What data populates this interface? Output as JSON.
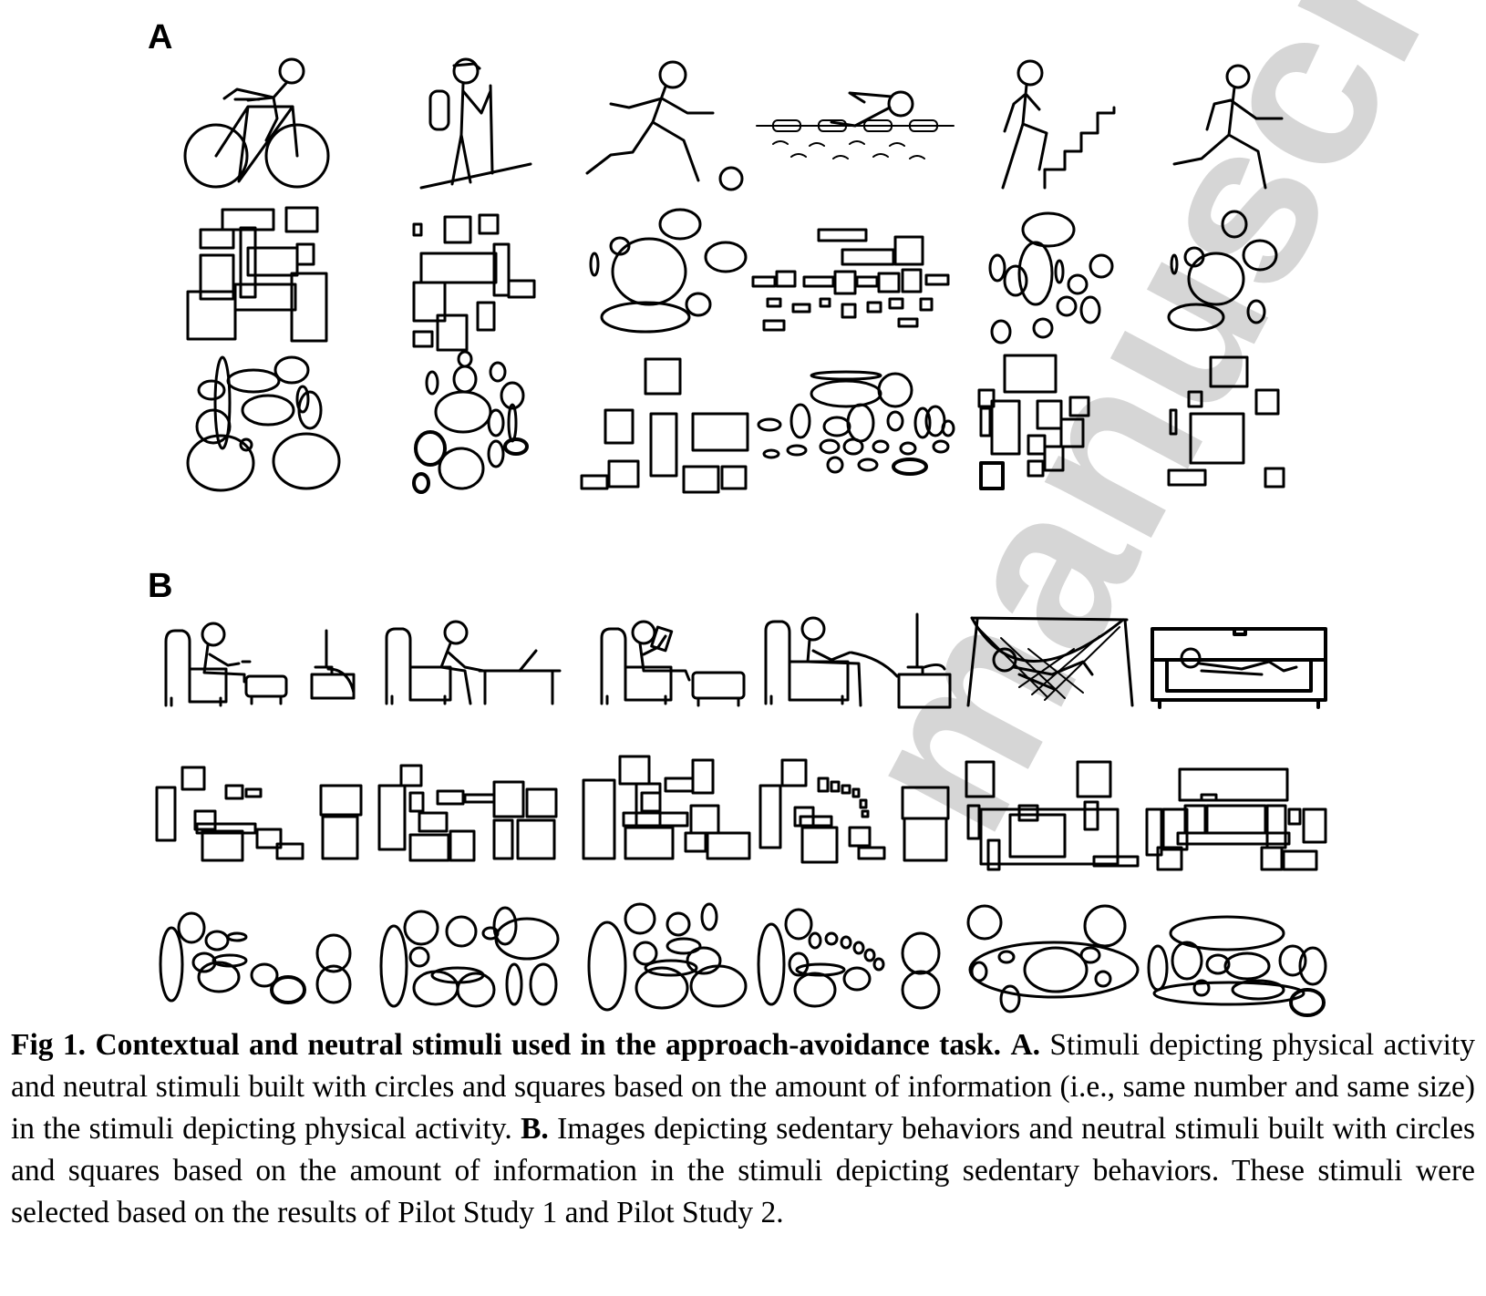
{
  "figure": {
    "panel_a_label": "A",
    "panel_b_label": "B",
    "panel_a": {
      "activity_row": [
        "cyclist-icon",
        "hiker-icon",
        "runner-with-ball-icon",
        "swimmer-icon",
        "stair-climber-icon",
        "runner-icon"
      ],
      "square_row": [
        "squares-cyclist",
        "squares-hiker",
        "ellipses-runner-ball",
        "squares-swimmer",
        "ellipses-stairs",
        "ellipses-runner"
      ],
      "circle_row": [
        "ellipses-cyclist",
        "ellipses-hiker",
        "squares-runner-ball",
        "ellipses-swimmer",
        "squares-stairs",
        "squares-runner"
      ]
    },
    "panel_b": {
      "sedentary_row": [
        "tv-remote-icon",
        "laptop-desk-icon",
        "reading-icon",
        "gaming-icon",
        "hammock-icon",
        "sofa-lying-icon"
      ]
    },
    "watermark": "manuscript"
  },
  "caption": {
    "fig_label": "Fig 1.",
    "title": "Contextual and neutral stimuli used in the approach-avoidance task.",
    "a_label": "A.",
    "a_text": "Stimuli depicting physical activity and neutral stimuli built with circles and squares based on the amount of information (i.e., same number and same size) in the stimuli depicting physical activity.",
    "b_label": "B.",
    "b_text": "Images depicting sedentary behaviors and neutral stimuli built with circles and squares based on the amount of information in the stimuli depicting sedentary behaviors. These stimuli were selected based on the results of Pilot Study 1 and Pilot Study 2."
  }
}
